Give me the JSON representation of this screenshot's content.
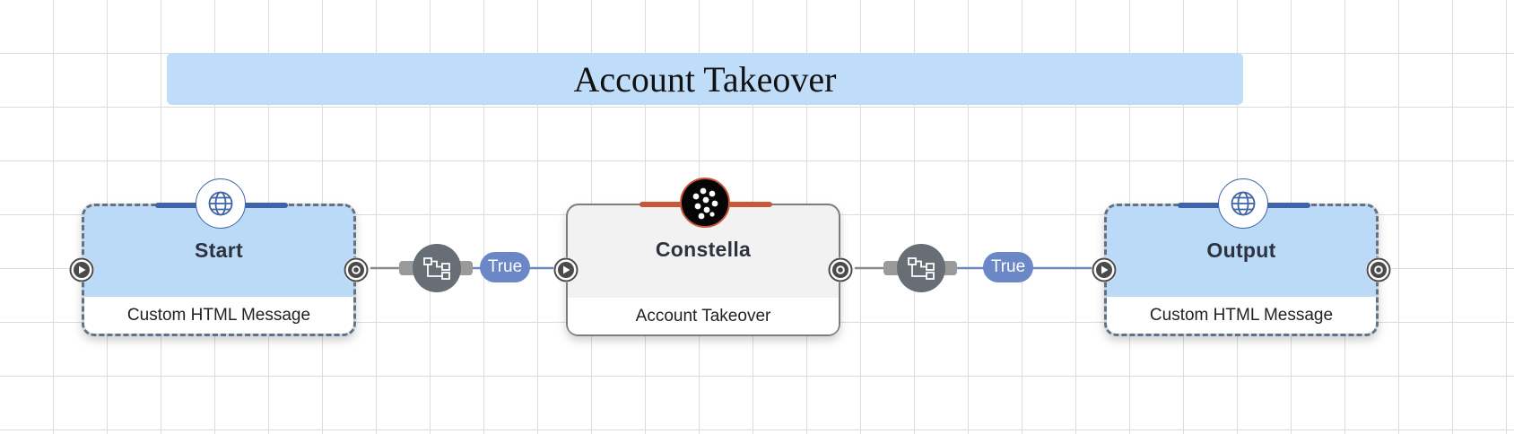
{
  "diagram": {
    "title": "Account Takeover",
    "nodes": [
      {
        "id": "start",
        "title": "Start",
        "subtitle": "Custom HTML Message",
        "icon": "globe-icon",
        "accent": "#3e63a8"
      },
      {
        "id": "constella",
        "title": "Constella",
        "subtitle": "Account Takeover",
        "icon": "constella-logo-icon",
        "accent": "#c9573a"
      },
      {
        "id": "output",
        "title": "Output",
        "subtitle": "Custom HTML Message",
        "icon": "globe-icon",
        "accent": "#3e63a8"
      }
    ],
    "edges": [
      {
        "from": "start",
        "to": "constella",
        "condition_icon": "branch-icon",
        "label": "True"
      },
      {
        "from": "constella",
        "to": "output",
        "condition_icon": "branch-icon",
        "label": "True"
      }
    ]
  },
  "colors": {
    "blue_node_fill": "#bbdaf7",
    "title_banner_fill": "#bfddf9",
    "edge_blue": "#6b87c5",
    "edge_grey": "#8a8a8a",
    "condition_fill": "#686e76"
  }
}
